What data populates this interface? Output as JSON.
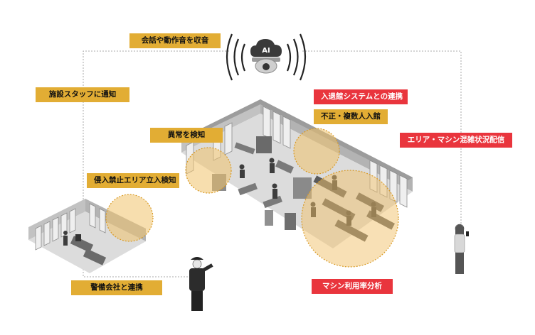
{
  "camera": {
    "badge": "AI"
  },
  "labels": {
    "record_audio": "会話や動作音を収音",
    "notify_staff": "施設スタッフに通知",
    "detect_anomaly": "異常を検知",
    "detect_intrusion": "侵入禁止エリア立入検知",
    "security_company": "警備会社と連携",
    "entry_system": "入退館システムとの連携",
    "tailgating": "不正・複数人入館",
    "congestion": "エリア・マシン混雑状況配信",
    "machine_usage": "マシン利用率分析"
  },
  "colors": {
    "gold": "#e2ad34",
    "red": "#e9353d",
    "wall": "#b9b9b9",
    "floor": "#dcdcdc",
    "highlight": "#f1c26b"
  }
}
